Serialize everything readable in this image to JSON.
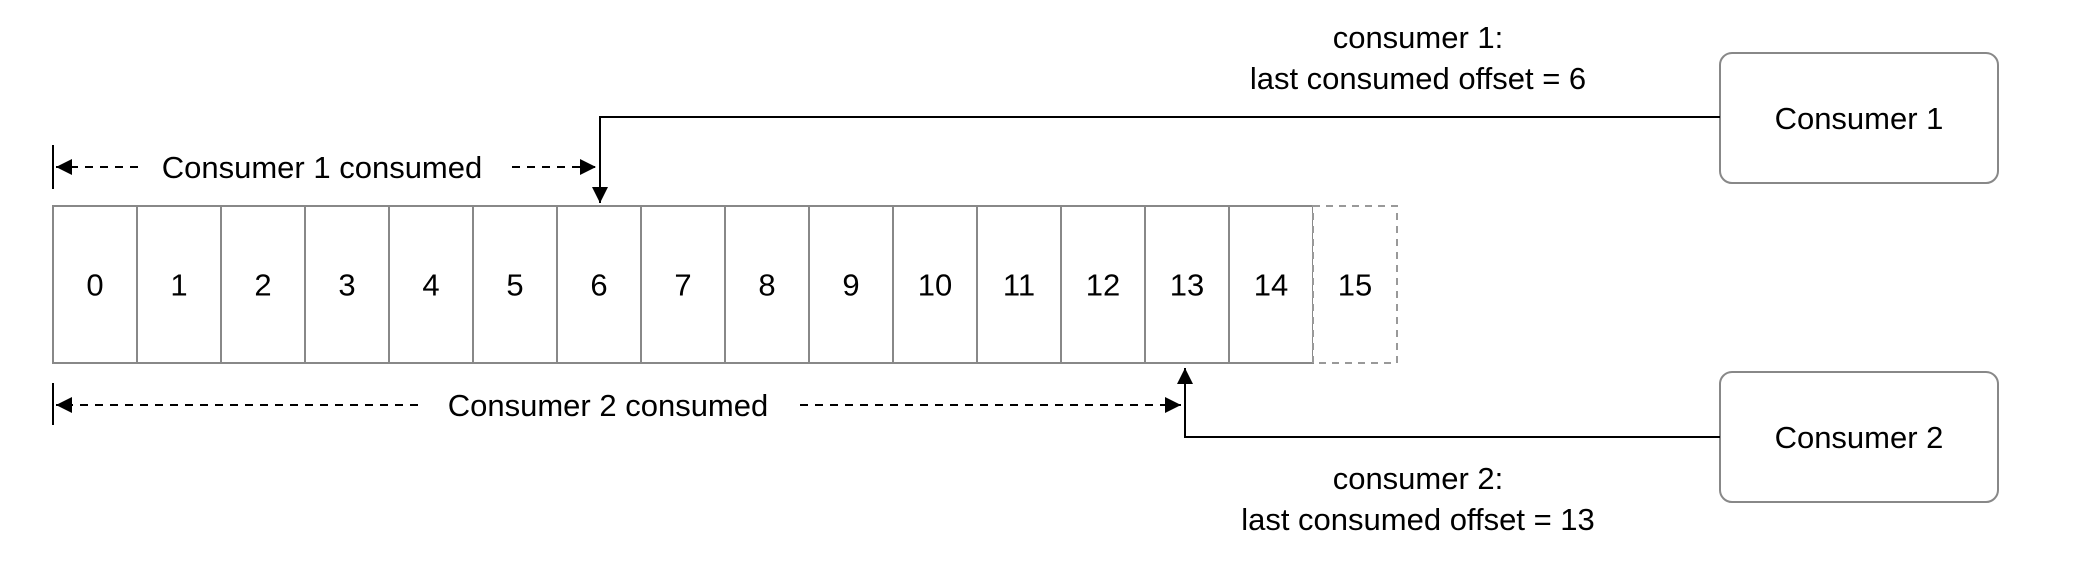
{
  "log": {
    "cells": [
      "0",
      "1",
      "2",
      "3",
      "4",
      "5",
      "6",
      "7",
      "8",
      "9",
      "10",
      "11",
      "12",
      "13",
      "14"
    ],
    "pending_cell": "15"
  },
  "consumers": [
    {
      "box_label": "Consumer 1",
      "note_line1": "consumer 1:",
      "note_line2": "last consumed offset = 6",
      "range_label": "Consumer 1 consumed",
      "offset": 6
    },
    {
      "box_label": "Consumer 2",
      "note_line1": "consumer 2:",
      "note_line2": "last consumed offset = 13",
      "range_label": "Consumer 2 consumed",
      "offset": 13
    }
  ],
  "colors": {
    "stroke": "#888888",
    "line": "#000000",
    "pending_stroke": "#999999"
  }
}
